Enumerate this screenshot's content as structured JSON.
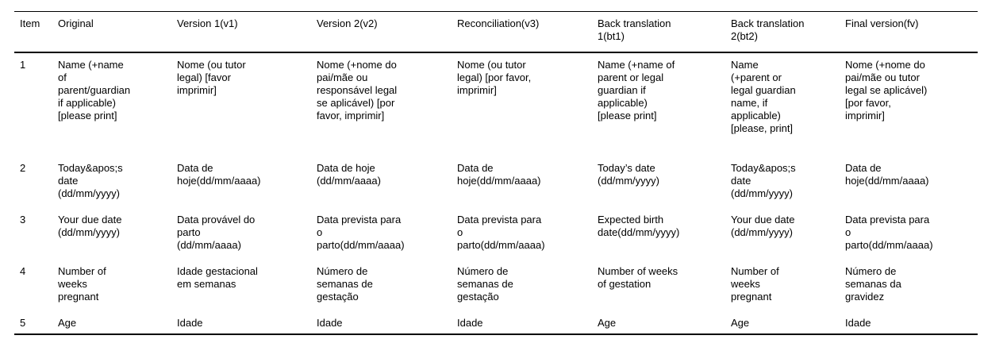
{
  "colors": {
    "text": "#000000",
    "background": "#ffffff",
    "rules": "#000000"
  },
  "table": {
    "columns": [
      {
        "label": "Item"
      },
      {
        "label": "Original"
      },
      {
        "label": "Version 1(v1)"
      },
      {
        "label": "Version 2(v2)"
      },
      {
        "label": "Reconciliation(v3)"
      },
      {
        "label": "Back translation\n1(bt1)"
      },
      {
        "label": "Back translation\n2(bt2)"
      },
      {
        "label": "Final version(fv)"
      }
    ],
    "rows": [
      {
        "cells": [
          "1",
          "Name (+name\nof\nparent/guardian\nif applicable)\n[please print]",
          "Nome (ou tutor\nlegal) [favor\nimprimir]",
          "Nome (+nome do\npai/mãe ou\nresponsável legal\nse aplicável) [por\nfavor, imprimir]",
          "Nome (ou tutor\nlegal) [por favor,\nimprimir]",
          "Name (+name of\nparent or legal\nguardian if\napplicable)\n[please print]",
          "Name\n(+parent or\nlegal guardian\nname, if\napplicable)\n[please, print]",
          "Nome (+nome do\npai/mãe ou tutor\nlegal se aplicável)\n[por favor,\nimprimir]"
        ]
      },
      {
        "cells": [
          "2",
          "Today&apos;s\ndate\n(dd/mm/yyyy)",
          "Data de\nhoje(dd/mm/aaaa)",
          "Data de hoje\n(dd/mm/aaaa)",
          "Data de\nhoje(dd/mm/aaaa)",
          "Today’s date\n(dd/mm/yyyy)",
          "Today&apos;s\ndate\n(dd/mm/yyyy)",
          "Data de\nhoje(dd/mm/aaaa)"
        ]
      },
      {
        "cells": [
          "3",
          "Your due date\n(dd/mm/yyyy)",
          "Data provável do\nparto\n(dd/mm/aaaa)",
          "Data prevista para\no\nparto(dd/mm/aaaa)",
          "Data prevista para\no\nparto(dd/mm/aaaa)",
          "Expected birth\ndate(dd/mm/yyyy)",
          "Your due date\n(dd/mm/yyyy)",
          "Data prevista para\no\nparto(dd/mm/aaaa)"
        ]
      },
      {
        "cells": [
          "4",
          "Number of\nweeks\npregnant",
          "Idade gestacional\nem semanas",
          "Número de\nsemanas de\ngestação",
          "Número de\nsemanas de\ngestação",
          "Number of weeks\nof gestation",
          "Number of\nweeks\npregnant",
          "Número de\nsemanas da\ngravidez"
        ]
      },
      {
        "cells": [
          "5",
          "Age",
          "Idade",
          "Idade",
          "Idade",
          "Age",
          "Age",
          "Idade"
        ]
      }
    ]
  }
}
